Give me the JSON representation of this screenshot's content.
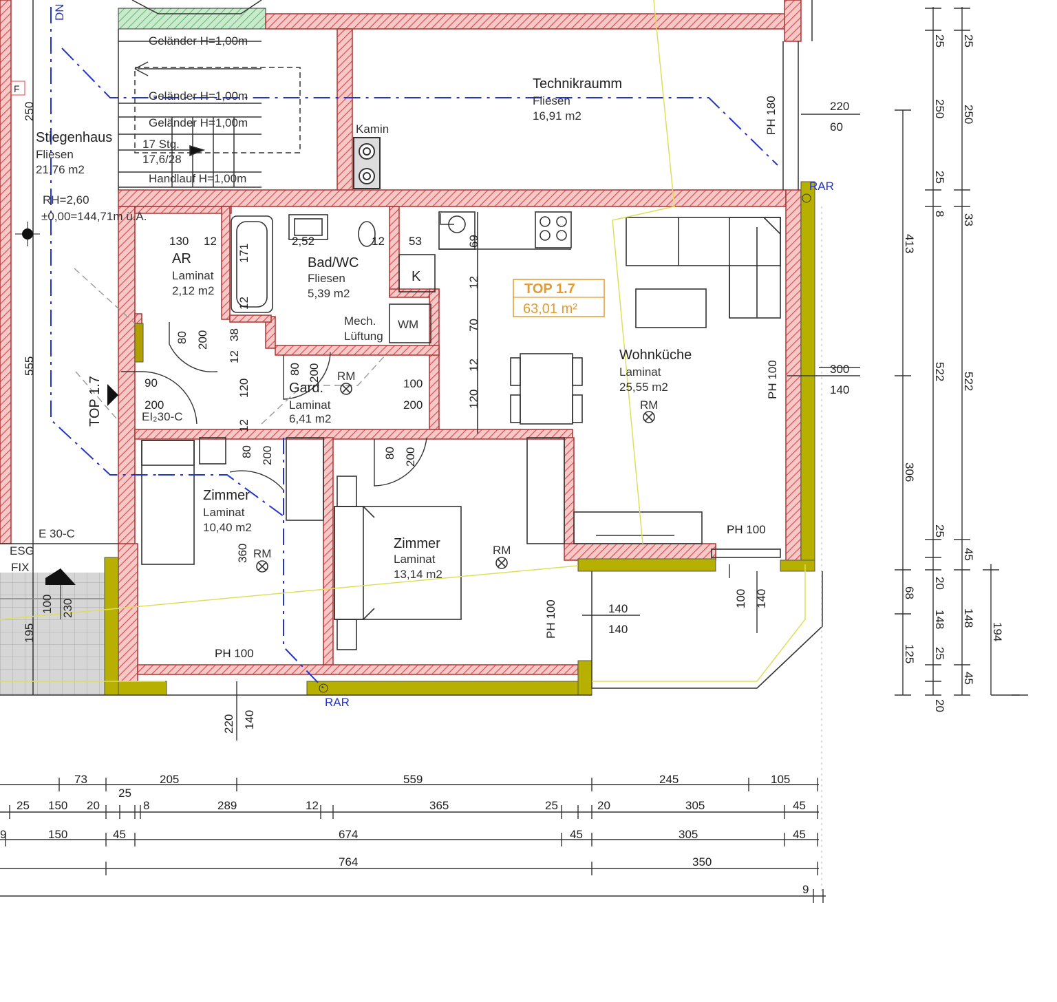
{
  "top_label": {
    "name": "TOP 1.7",
    "area": "63,01 m²"
  },
  "rooms": {
    "technik": {
      "name": "Technikraumm",
      "floor": "Fliesen",
      "area": "16,91 m2"
    },
    "stiegenhaus": {
      "name": "Stiegenhaus",
      "floor": "Fliesen",
      "area": "21,76 m2"
    },
    "ar": {
      "name": "AR",
      "floor": "Laminat",
      "area": "2,12 m2"
    },
    "bad": {
      "name": "Bad/WC",
      "floor": "Fliesen",
      "area": "5,39 m2"
    },
    "gard": {
      "name": "Gard.",
      "floor": "Laminat",
      "area": "6,41 m2"
    },
    "wohn": {
      "name": "Wohnküche",
      "floor": "Laminat",
      "area": "25,55 m2"
    },
    "zimmer1": {
      "name": "Zimmer",
      "floor": "Laminat",
      "area": "10,40 m2"
    },
    "zimmer2": {
      "name": "Zimmer",
      "floor": "Laminat",
      "area": "13,14 m2"
    }
  },
  "stair_notes": {
    "gel1": "Geländer H=1,00m",
    "gel2": "Geländer H=1,00m",
    "gel3": "Geländer H=1,00m",
    "stg": "17 Stg.",
    "stg_dim": "17,6/28",
    "handlauf": "Handlauf H=1,00m"
  },
  "labels": {
    "kamin": "Kamin",
    "k": "K",
    "wm": "WM",
    "mech1": "Mech.",
    "mech2": "Lüftung",
    "rh": "RH=2,60",
    "level": "±0,00=144,71m ü.A.",
    "e30c": "E 30-C",
    "ei30c": "EI₂30-C",
    "esg": "ESG",
    "fix": "FIX",
    "top_side": "TOP 1.7",
    "dn": "DN",
    "f": "F",
    "rm": "RM",
    "rar": "RAR"
  },
  "window_dims": [
    {
      "a": "PH 180"
    },
    {
      "a": "PH 100"
    },
    {
      "a": "PH 100"
    },
    {
      "a": "PH 100"
    },
    {
      "a": "PH 100"
    }
  ],
  "openings": [
    {
      "w": "220",
      "h": "60"
    },
    {
      "w": "300",
      "h": "140"
    },
    {
      "w": "140",
      "h": "140"
    },
    {
      "w": "100",
      "h": "140"
    },
    {
      "w": "100",
      "h": "200"
    },
    {
      "w": "90",
      "h": "200"
    }
  ],
  "bottom_dims": {
    "row1": [
      "73",
      "205",
      "559",
      "245",
      "105"
    ],
    "row1b": [
      "25"
    ],
    "row2": [
      "25",
      "150",
      "20",
      "8",
      "289",
      "12",
      "365",
      "25",
      "20",
      "305",
      "45"
    ],
    "row3": [
      "9",
      "150",
      "45",
      "674",
      "45",
      "305",
      "45"
    ],
    "row4": [
      "764",
      "350"
    ],
    "row5": [
      "9"
    ]
  },
  "right_dims": {
    "colA": [
      "413",
      "306",
      "68",
      "125"
    ],
    "colB": [
      "25",
      "250",
      "25",
      "8",
      "522",
      "25",
      "20",
      "148",
      "25",
      "20"
    ],
    "colC": [
      "25",
      "250",
      "33",
      "522",
      "45",
      "148",
      "45"
    ],
    "colD": [
      "194"
    ]
  },
  "inner_dims": [
    "250",
    "555",
    "195",
    "130",
    "12",
    "2,52",
    "53",
    "12",
    "69",
    "171",
    "12",
    "80",
    "200",
    "38",
    "12",
    "120",
    "12",
    "70",
    "12",
    "120",
    "80",
    "200",
    "80",
    "200",
    "360",
    "100",
    "230",
    "220",
    "140",
    "12",
    "80",
    "200"
  ]
}
